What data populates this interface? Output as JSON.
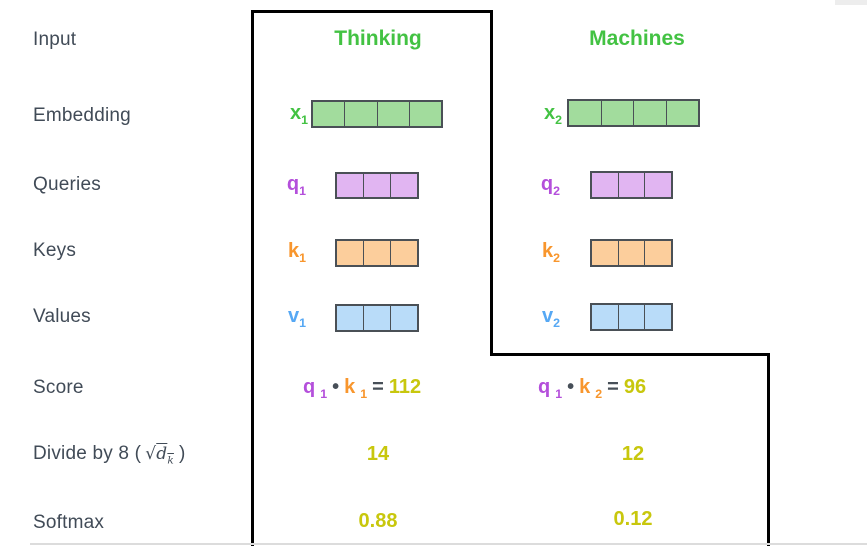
{
  "palette": {
    "row_label_color": "#414b57",
    "green_label": "#43c243",
    "green_fill": "#a2dc9d",
    "purple_label": "#b44fdb",
    "purple_fill": "#e1b5f2",
    "orange_label": "#f8962d",
    "orange_fill": "#fcce9c",
    "blue_label": "#56a8f4",
    "blue_fill": "#b9dcf9",
    "score_yellow": "#c8c70d",
    "cell_border": "#4a5056",
    "box_border": "#000000"
  },
  "rows": {
    "input": "Input",
    "embedding": "Embedding",
    "queries": "Queries",
    "keys": "Keys",
    "values": "Values",
    "score": "Score",
    "divide": {
      "prefix": "Divide by 8 (",
      "radical": "√",
      "radicand": "d",
      "radicand_sub": "k",
      "suffix": ")"
    },
    "softmax": "Softmax"
  },
  "columns": [
    {
      "heading": "Thinking",
      "embedding_label": {
        "base": "x",
        "sub": "1"
      },
      "query_label": {
        "base": "q",
        "sub": "1"
      },
      "key_label": {
        "base": "k",
        "sub": "1"
      },
      "value_label": {
        "base": "v",
        "sub": "1"
      },
      "embedding_cells": 4,
      "query_cells": 3,
      "key_cells": 3,
      "value_cells": 3,
      "score": {
        "q_base": "q",
        "q_sub": "1",
        "dot": "•",
        "k_base": "k",
        "k_sub": "1",
        "equals": "=",
        "value": "112"
      },
      "divide_value": "14",
      "softmax_value": "0.88"
    },
    {
      "heading": "Machines",
      "embedding_label": {
        "base": "x",
        "sub": "2"
      },
      "query_label": {
        "base": "q",
        "sub": "2"
      },
      "key_label": {
        "base": "k",
        "sub": "2"
      },
      "value_label": {
        "base": "v",
        "sub": "2"
      },
      "embedding_cells": 4,
      "query_cells": 3,
      "key_cells": 3,
      "value_cells": 3,
      "score": {
        "q_base": "q",
        "q_sub": "1",
        "dot": "•",
        "k_base": "k",
        "k_sub": "2",
        "equals": "=",
        "value": "96"
      },
      "divide_value": "12",
      "softmax_value": "0.12"
    }
  ]
}
